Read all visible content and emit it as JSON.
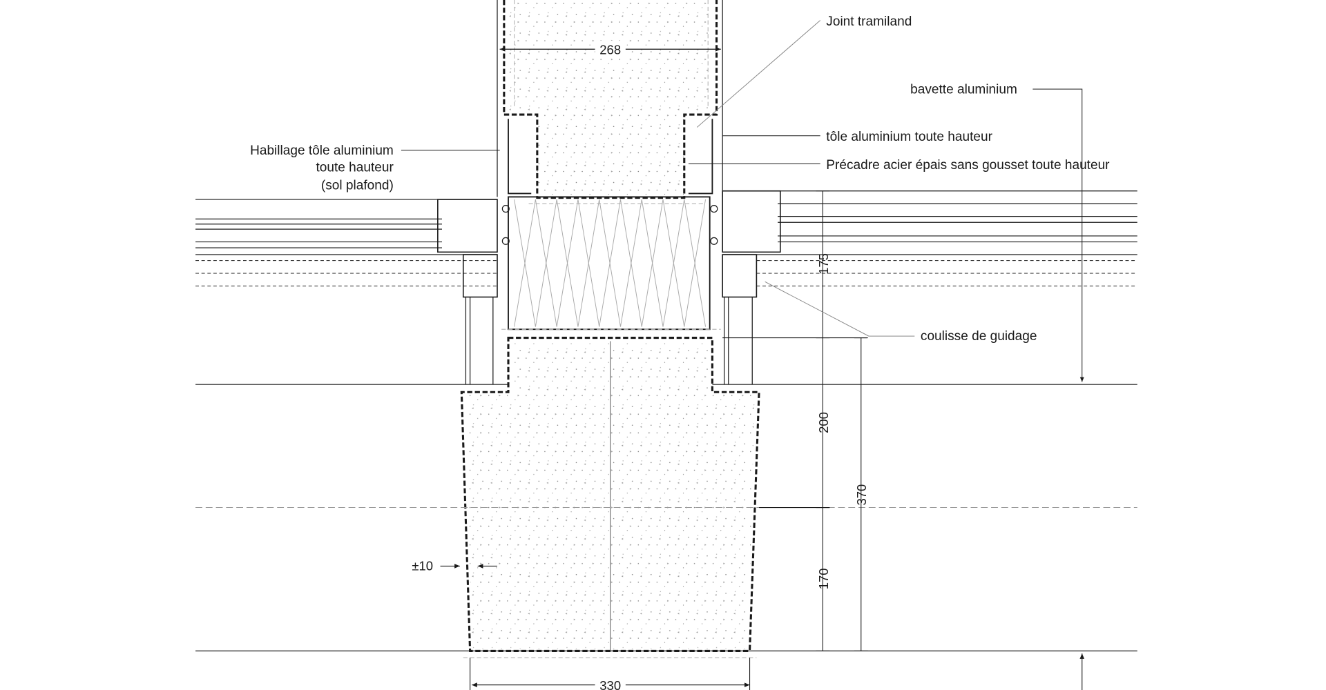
{
  "labels": {
    "joint": "Joint tramiland",
    "bavette": "bavette aluminium",
    "tole": "tôle aluminium toute hauteur",
    "precadre": "Précadre acier épais sans gousset toute hauteur",
    "habillage_1": "Habillage tôle aluminium",
    "habillage_2": "toute hauteur",
    "habillage_3": "(sol plafond)",
    "coulisse": "coulisse de guidage"
  },
  "dimensions": {
    "top_width": "268",
    "bottom_width": "330",
    "h175": "175",
    "h200": "200",
    "h170": "170",
    "h370": "370",
    "tolerance": "±10"
  },
  "colors": {
    "line": "#1a1a1a",
    "thin": "#888888",
    "light": "#bbbbbb"
  }
}
